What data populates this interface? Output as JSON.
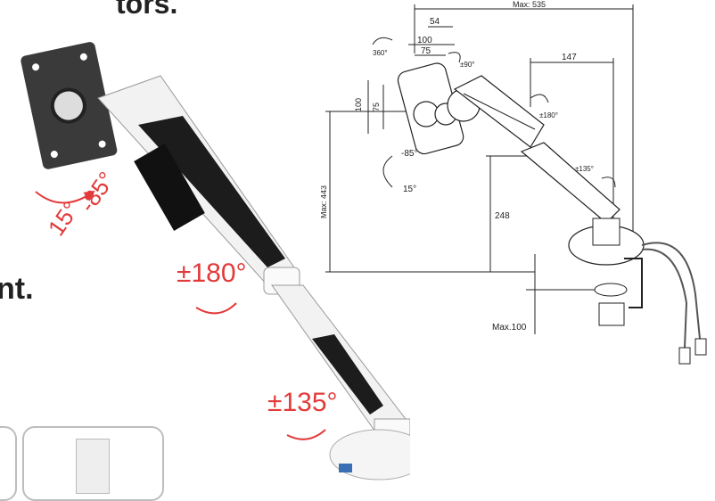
{
  "header_fragment": "tors.",
  "body_fragment": "nt.",
  "photo_angles": {
    "tilt_up": "-85°",
    "tilt_down": "15°",
    "upper_swivel": "±180°",
    "lower_swivel": "±135°"
  },
  "drawing": {
    "max_width": "Max: 535",
    "dim_54": "54",
    "dim_100": "100",
    "dim_75": "75",
    "dim_147": "147",
    "rot_360": "360°",
    "rot_90": "±90°",
    "rot_180": "±180°",
    "rot_135": "±135°",
    "vert_100": "100",
    "vert_75": "75",
    "tilt_neg85": "-85°",
    "tilt_15": "15°",
    "max_height": "Max: 443",
    "dim_248": "248",
    "clamp_max": "Max.100"
  },
  "colors": {
    "accent_red": "#e23a3a",
    "arm_white": "#f2f2f2",
    "dark": "#222222"
  }
}
